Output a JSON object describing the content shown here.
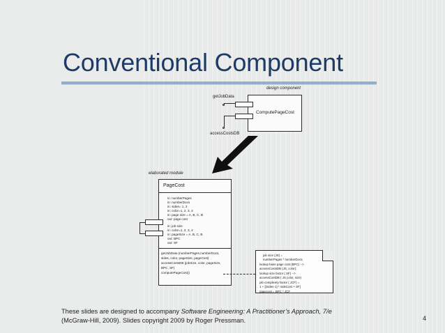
{
  "slide": {
    "title": "Conventional Component",
    "page_number": "4",
    "accent_color": "#93aecd",
    "title_color": "#1e3a66",
    "footer_line1_pre": "These slides are designed to accompany ",
    "footer_line1_em": "Software Engineering: A Practitioner’s Approach, 7/e",
    "footer_line2": "(McGraw-Hill, 2009). Slides copyright 2009 by Roger Pressman."
  },
  "diagram": {
    "design_component": {
      "caption": "design component",
      "component_name": "ComputePageCost",
      "interfaces": [
        "getJobData",
        "accessCostsDB"
      ]
    },
    "elaborated_module": {
      "caption": "elaborated module",
      "class_name": "PageCost",
      "attributes": [
        "in: numberPages",
        "in: numberDocs",
        "in: sides= 1, 2",
        "in: color=1, 2, 3, 4",
        "in: page size = A, B, C, B",
        "out: page cost"
      ],
      "attributes2": [
        "in: job size",
        "in: color=1, 2, 3, 4",
        "in: pageSize  = A, B, C, B",
        "out:  BPC",
        "out:  SF"
      ],
      "operations": [
        "getJobData (numberPages,numberDocs,",
        "sides, color, pageSize, pageCost)",
        "accessCostsDB (jobSize, color, pageSize,",
        "BPC, SF)",
        "computePageCost()"
      ]
    },
    "note": {
      "lines": [
        "job size (JS) =",
        "   numberPages * numberDocs;",
        "lookup base page cost (BPC) -->",
        "   accessCostsDB (JS, color);",
        "lookup size factor ( SF) -->",
        "   accessCostDB ( JS,color, size)",
        "job complexity factor ( JCF) =",
        "   1 + [(sides-1) * sideCost + SF]",
        "pagecost = BPC * JCF"
      ]
    }
  }
}
